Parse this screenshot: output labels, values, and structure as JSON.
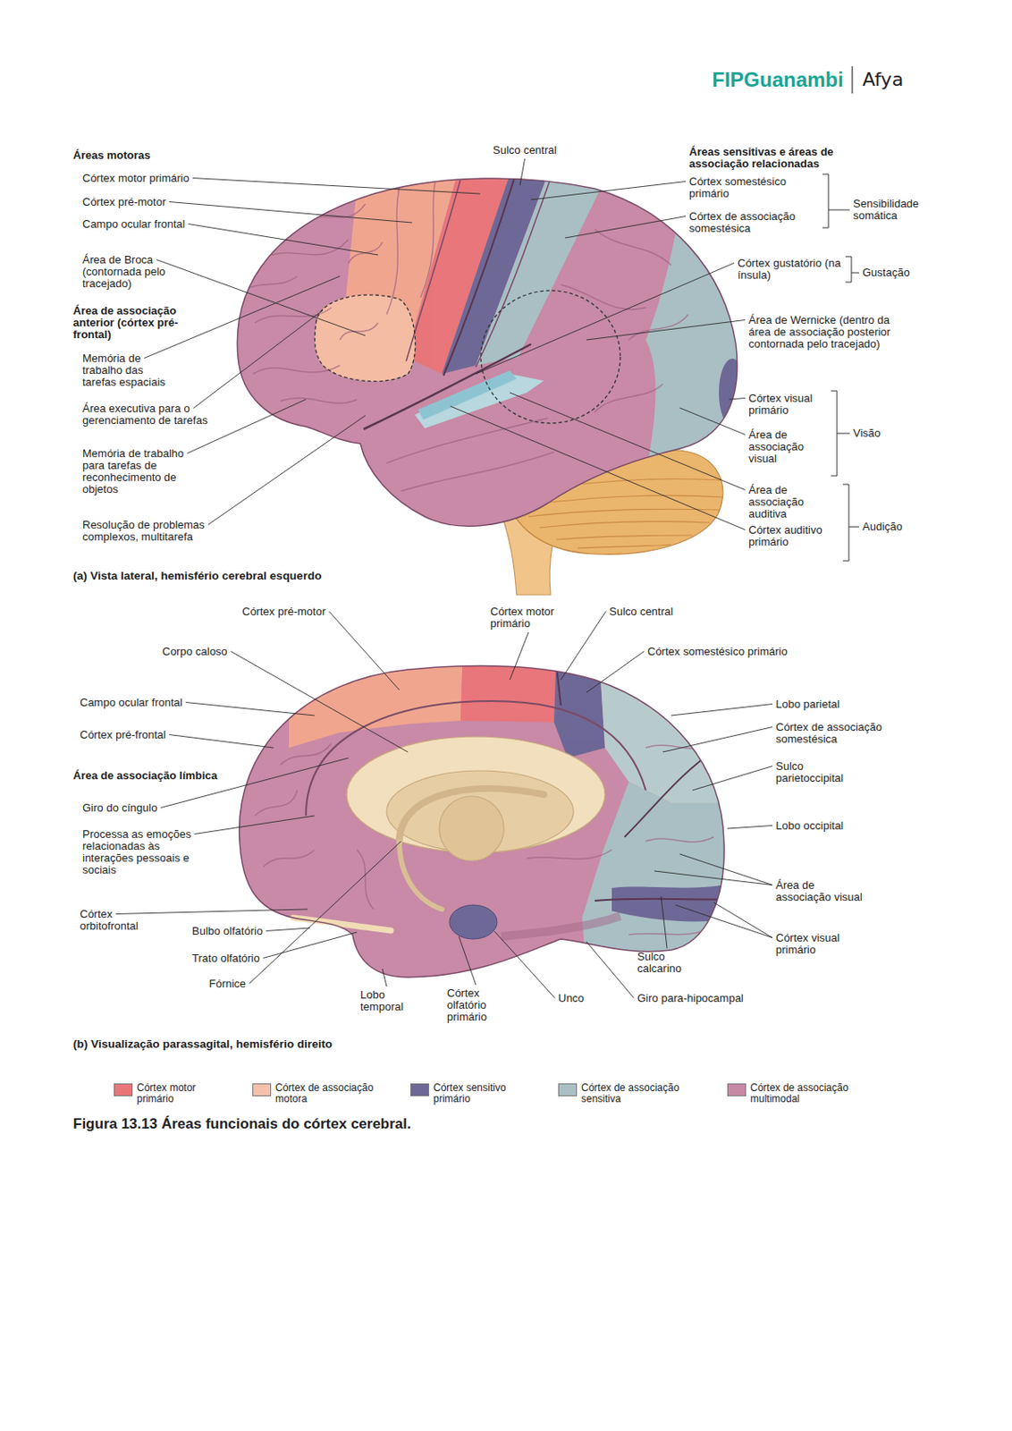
{
  "diagram": {
    "caption": "Figura 13.13 Áreas funcionais do córtex cerebral.",
    "labels": [
      "FIPGuanambi",
      "Afya",
      "Áreas motoras",
      "Córtex motor primário",
      "Córtex pré-motor",
      "Campo ocular frontal",
      "Área de Broca (contornada pelo tracejado)",
      "Área de associação anterior (córtex pré-frontal)",
      "Memória de trabalho das tarefas espaciais",
      "Área executiva para o gerenciamento de tarefas",
      "Memória de trabalho para tarefas de reconhecimento de objetos",
      "Resolução de problemas complexos, multitarefa",
      "Sulco central",
      "Áreas sensitivas e áreas de associação relacionadas",
      "Córtex somestésico primário",
      "Córtex de associação somestésica",
      "Sensibilidade somática",
      "Córtex gustatório (na ínsula)",
      "Gustação",
      "Área de Wernicke (dentro da área de associação posterior contornada pelo tracejado)",
      "Córtex visual primário",
      "Visão",
      "Área de associação visual",
      "Área de associação auditiva",
      "Audição",
      "Córtex auditivo primário",
      "(a) Vista lateral, hemisfério cerebral esquerdo",
      "Córtex pré-motor",
      "Córtex motor primário",
      "Sulco central",
      "Corpo caloso",
      "Córtex somestésico primário",
      "Campo ocular frontal",
      "Lobo parietal",
      "Córtex pré-frontal",
      "Córtex de associação somestésica",
      "Área de associação límbica",
      "Sulco parietoccipital",
      "Giro do cíngulo",
      "Lobo occipital",
      "Processa as emoções relacionadas às interações pessoais e sociais",
      "Área de associação visual",
      "Córtex orbitofrontal",
      "Bulbo olfatório",
      "Córtex visual primário",
      "Trato olfatório",
      "Sulco calcarino",
      "Fórnice",
      "Lobo temporal",
      "Córtex olfatório primário",
      "Unco",
      "Giro para-hipocampal",
      "(b) Visualização parassagital, hemisfério direito"
    ],
    "legend": [
      {
        "text": "Córtex motor primário",
        "color": "#e8767a"
      },
      {
        "text": "Córtex de associação motora",
        "color": "#f4c1ab"
      },
      {
        "text": "Córtex sensitivo primário",
        "color": "#6e6896"
      },
      {
        "text": "Córtex de associação sensitiva",
        "color": "#a9bfc4"
      },
      {
        "text": "Córtex de associação multimodal",
        "color": "#c88aa6"
      }
    ]
  }
}
